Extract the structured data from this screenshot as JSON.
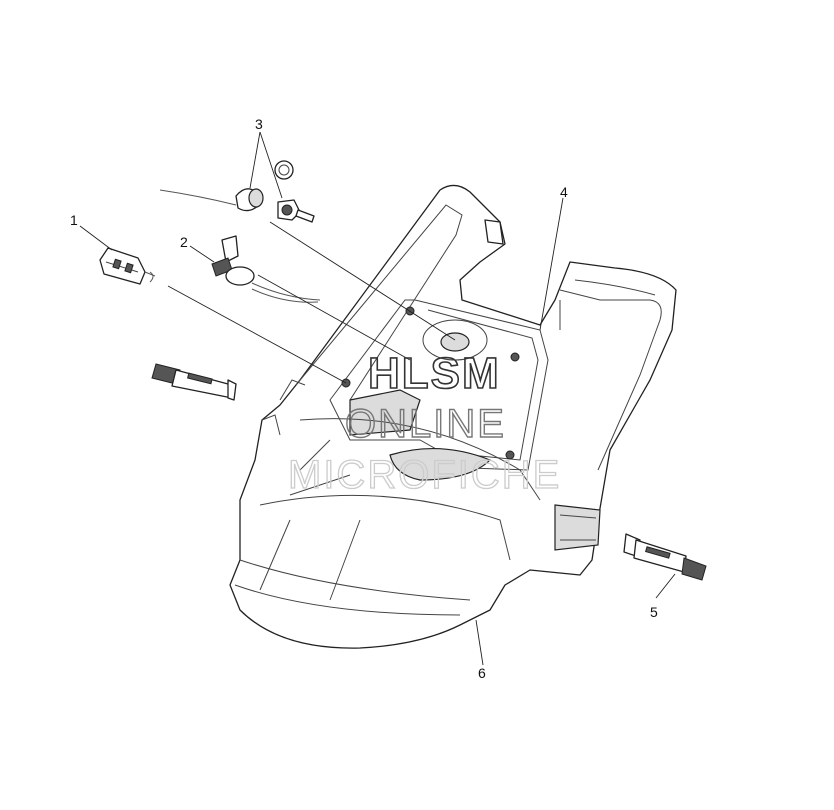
{
  "callouts": [
    {
      "id": "1",
      "label": "1"
    },
    {
      "id": "2",
      "label": "2"
    },
    {
      "id": "3",
      "label": "3"
    },
    {
      "id": "4",
      "label": "4"
    },
    {
      "id": "5",
      "label": "5"
    },
    {
      "id": "6",
      "label": "6"
    }
  ],
  "watermark": {
    "line1": "HLSM",
    "line2": "ONLINE",
    "line3": "MICROFICHE"
  },
  "colors": {
    "line": "#222222",
    "shade": "#dcdcdc",
    "background": "#ffffff"
  }
}
